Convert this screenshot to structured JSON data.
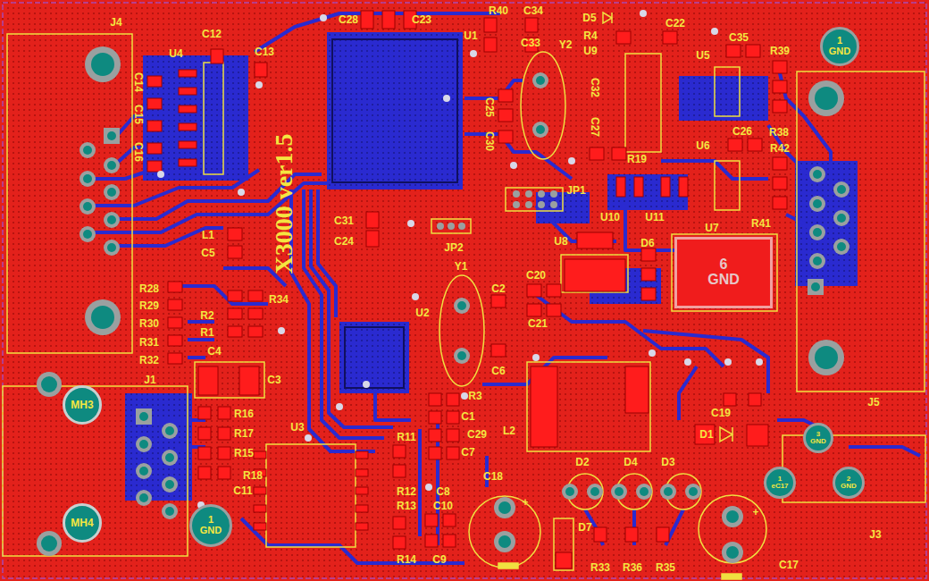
{
  "diagram": {
    "nodes": [
      {
        "text": [
          "1",
          "GND"
        ]
      },
      {
        "text": [
          "MH3"
        ]
      },
      {
        "text": [
          "MH4"
        ]
      },
      {
        "text": [
          "1",
          "GND"
        ]
      },
      {
        "text": [
          "6",
          "GND"
        ]
      },
      {
        "text": [
          "3",
          "GND"
        ]
      },
      {
        "text": [
          "1",
          "eC17"
        ]
      },
      {
        "text": [
          "2",
          "GND"
        ]
      }
    ],
    "labels": [
      "J4",
      "C12",
      "U4",
      "C13",
      "C14",
      "C15",
      "C16",
      "C28",
      "C23",
      "U1",
      "R40",
      "C34",
      "C33",
      "Y2",
      "D5",
      "C22",
      "R4",
      "U9",
      "C35",
      "U5",
      "R39",
      "C25",
      "C30",
      "C32",
      "C27",
      "C26",
      "R38",
      "U6",
      "R42",
      "R19",
      "JP1",
      "U10",
      "U11",
      "U7",
      "R41",
      "X3000 ver1.5",
      "C31",
      "C24",
      "JP2",
      "U8",
      "D6",
      "L1",
      "C5",
      "R34",
      "R28",
      "R29",
      "R30",
      "R31",
      "R32",
      "R2",
      "R1",
      "C4",
      "C3",
      "J1",
      "U2",
      "Y1",
      "C2",
      "C20",
      "C21",
      "C6",
      "R3",
      "C1",
      "C29",
      "C7",
      "R11",
      "L2",
      "C19",
      "D1",
      "J5",
      "U3",
      "R16",
      "R17",
      "R15",
      "R18",
      "C11",
      "R12",
      "R13",
      "C8",
      "C10",
      "C18",
      "D2",
      "D4",
      "D3",
      "+",
      "+",
      "J3",
      "D7",
      "R14",
      "C9",
      "R33",
      "R36",
      "R35",
      "C17"
    ]
  }
}
